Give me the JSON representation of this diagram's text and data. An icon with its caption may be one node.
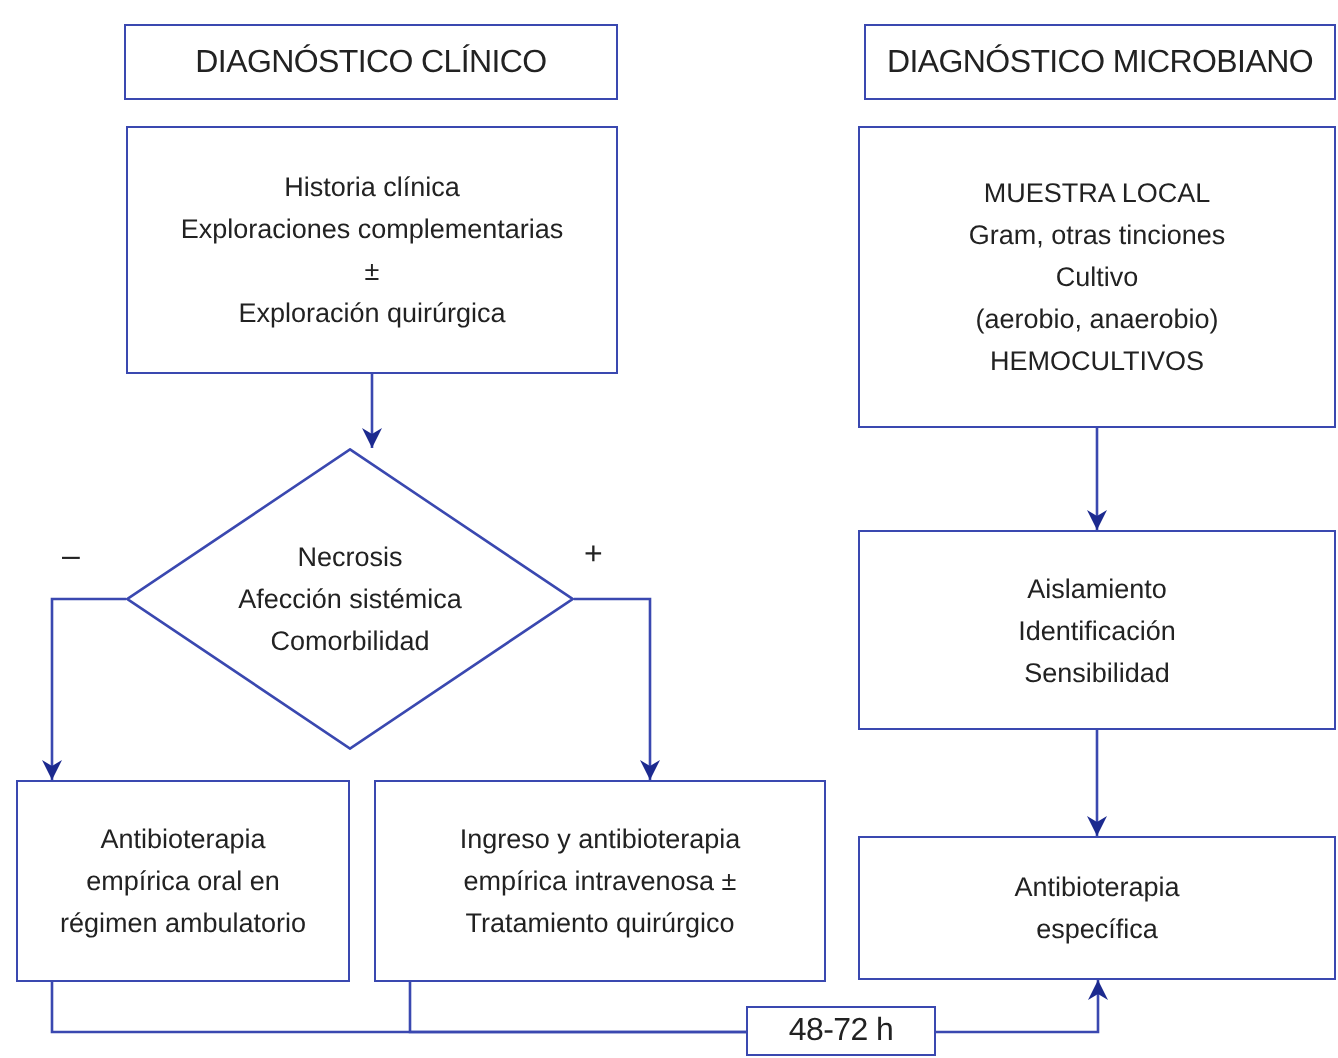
{
  "diagram": {
    "nodes": [
      {
        "text": [
          "DIAGNÓSTICO CLÍNICO"
        ]
      },
      {
        "text": [
          "DIAGNÓSTICO MICROBIANO"
        ]
      },
      {
        "text": [
          "Historia clínica",
          "Exploraciones complementarias",
          "±",
          "Exploración quirúrgica"
        ]
      },
      {
        "text": [
          "MUESTRA LOCAL",
          "Gram, otras tinciones",
          "Cultivo",
          "(aerobio, anaerobio)",
          "HEMOCULTIVOS"
        ]
      },
      {
        "text": [
          "Necrosis",
          "Afección sistémica",
          "Comorbilidad"
        ]
      },
      {
        "text": [
          "Aislamiento",
          "Identificación",
          "Sensibilidad"
        ]
      },
      {
        "text": [
          "Antibioterapia empírica oral en régimen ambulatorio"
        ]
      },
      {
        "text": [
          "Ingreso y antibioterapia empírica intravenosa ± Tratamiento quirúrgico"
        ]
      },
      {
        "text": [
          "Antibioterapia específica"
        ]
      },
      {
        "text": [
          "48-72 h"
        ]
      }
    ],
    "edges": [
      {
        "from": 2,
        "to": 4,
        "arrow": "to"
      },
      {
        "from": 3,
        "to": 5,
        "arrow": "to"
      },
      {
        "from": 4,
        "to": 6,
        "arrow": "to",
        "label": "–"
      },
      {
        "from": 4,
        "to": 7,
        "arrow": "to",
        "label": "+"
      },
      {
        "from": 5,
        "to": 8,
        "arrow": "to"
      },
      {
        "from": 6,
        "to": 9,
        "arrow": "none"
      },
      {
        "from": 7,
        "to": 9,
        "arrow": "none"
      },
      {
        "from": 9,
        "to": 8,
        "arrow": "to"
      }
    ]
  }
}
